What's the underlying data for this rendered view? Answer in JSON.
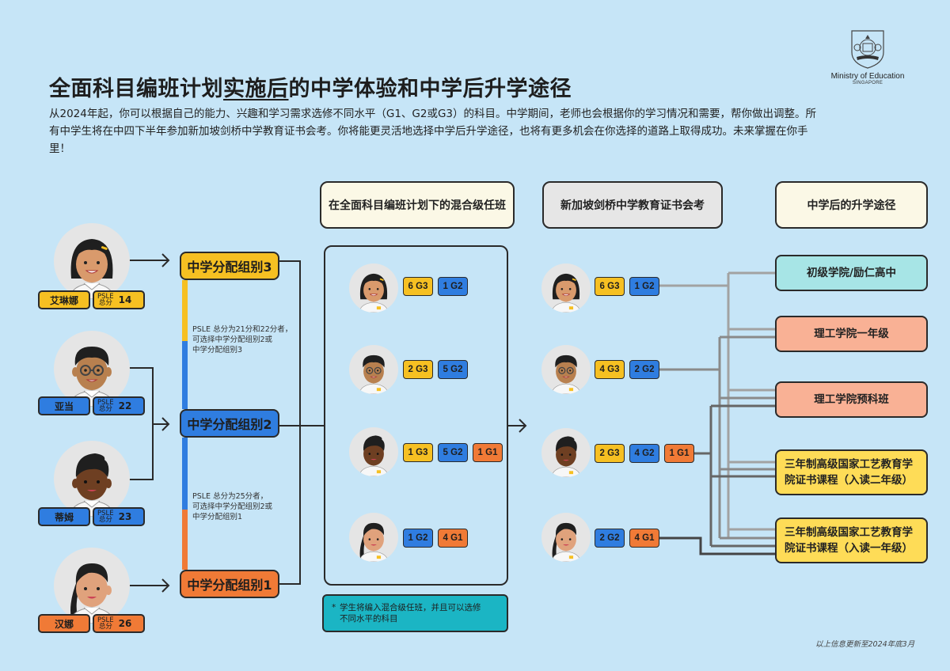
{
  "header": {
    "title_part1": "全面科目编班计划",
    "title_underlined": "实施后",
    "title_part2": "的中学体验和中学后升学途径",
    "intro": "从2024年起，你可以根据自己的能力、兴趣和学习需求选修不同水平（G1、G2或G3）的科目。中学期间，老师也会根据你的学习情况和需要，帮你做出调整。所有中学生将在中四下半年参加新加坡剑桥中学教育证书会考。你将能更灵活地选择中学后升学途径，也将有更多机会在你选择的道路上取得成功。未来掌握在你手里！"
  },
  "logo": {
    "name": "Ministry of Education",
    "country": "SINGAPORE",
    "icon": "moe-crest-icon"
  },
  "columns": {
    "class": "在全面科目编班计划下的混合级任班",
    "exam": "新加坡剑桥中学教育证书会考",
    "pathways": "中学后的升学途径"
  },
  "students": [
    {
      "name": "艾琳娜",
      "score_label_top": "PSLE",
      "score_label_bottom": "总分",
      "score": "14",
      "color": "#f6c022",
      "class_subjects": [
        {
          "label": "6 G3",
          "color": "#f6c022"
        },
        {
          "label": "1 G2",
          "color": "#2f7de0"
        }
      ],
      "exam_subjects": [
        {
          "label": "6 G3",
          "color": "#f6c022"
        },
        {
          "label": "1 G2",
          "color": "#2f7de0"
        }
      ]
    },
    {
      "name": "亚当",
      "score_label_top": "PSLE",
      "score_label_bottom": "总分",
      "score": "22",
      "color": "#2f7de0",
      "class_subjects": [
        {
          "label": "2 G3",
          "color": "#f6c022"
        },
        {
          "label": "5 G2",
          "color": "#2f7de0"
        }
      ],
      "exam_subjects": [
        {
          "label": "4 G3",
          "color": "#f6c022"
        },
        {
          "label": "2 G2",
          "color": "#2f7de0"
        }
      ]
    },
    {
      "name": "蒂姆",
      "score_label_top": "PSLE",
      "score_label_bottom": "总分",
      "score": "23",
      "color": "#2f7de0",
      "class_subjects": [
        {
          "label": "1 G3",
          "color": "#f6c022"
        },
        {
          "label": "5 G2",
          "color": "#2f7de0"
        },
        {
          "label": "1 G1",
          "color": "#f07a36"
        }
      ],
      "exam_subjects": [
        {
          "label": "2 G3",
          "color": "#f6c022"
        },
        {
          "label": "4 G2",
          "color": "#2f7de0"
        },
        {
          "label": "1 G1",
          "color": "#f07a36"
        }
      ]
    },
    {
      "name": "汉娜",
      "score_label_top": "PSLE",
      "score_label_bottom": "总分",
      "score": "26",
      "color": "#f07a36",
      "class_subjects": [
        {
          "label": "1 G2",
          "color": "#2f7de0"
        },
        {
          "label": "4 G1",
          "color": "#f07a36"
        }
      ],
      "exam_subjects": [
        {
          "label": "2 G2",
          "color": "#2f7de0"
        },
        {
          "label": "4 G1",
          "color": "#f07a36"
        }
      ]
    }
  ],
  "posting_groups": {
    "pg3": "中学分配组别3",
    "pg2": "中学分配组别2",
    "pg1": "中学分配组别1",
    "note_upper": [
      "PSLE 总分为21分和22分者，",
      "可选择中学分配组别2或",
      "中学分配组别3"
    ],
    "note_lower": [
      "PSLE 总分为25分者，",
      "可选择中学分配组别2或",
      "中学分配组别1"
    ]
  },
  "footnote": {
    "star": "*",
    "line1": "学生将编入混合级任班，并且可以选修",
    "line2": "不同水平的科目"
  },
  "pathways": [
    {
      "label": "初级学院/励仁高中",
      "color": "#a7e5e6"
    },
    {
      "label": "理工学院一年级",
      "color": "#f9b195"
    },
    {
      "label": "理工学院预科班",
      "color": "#f9b195"
    },
    {
      "label": "三年制高级国家工艺教育学院证书课程（入读二年级）",
      "color": "#fedc57"
    },
    {
      "label": "三年制高级国家工艺教育学院证书课程（入读一年级）",
      "color": "#fedc57"
    }
  ],
  "updated": "以上信息更新至2024年底3月",
  "colors": {
    "background": "#c6e5f7",
    "g3": "#f6c022",
    "g2": "#2f7de0",
    "g1": "#f07a36",
    "footnote": "#1bb5c4"
  }
}
